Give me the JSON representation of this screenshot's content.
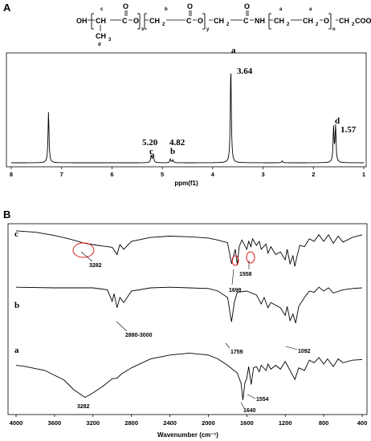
{
  "panels": {
    "a_label": "A",
    "b_label": "B"
  },
  "structure": {
    "oh": "OH",
    "ch1": "CH",
    "c1": "C",
    "o1": "O",
    "ch2_b": "CH",
    "two_b": "2",
    "c2": "C",
    "o2": "O",
    "ch2_c": "CH",
    "two_c": "2",
    "c3": "C",
    "nh": "NH",
    "ch2_a1": "CH",
    "two_a1": "2",
    "ch2_a2": "CH",
    "two_a2": "2",
    "o3": "O",
    "ch2cooh": "CH",
    "two_e": "2",
    "cooh": "COOH",
    "ch3": "CH",
    "three": "3",
    "o_top1": "O",
    "o_top2": "O",
    "o_top3": "O",
    "lab_c": "c",
    "lab_d": "d",
    "lab_b": "b",
    "lab_a1": "a",
    "lab_a2": "a",
    "sub_x": "x",
    "sub_y": "y",
    "sub_n": "n"
  },
  "chart_data": [
    {
      "type": "line",
      "title": "",
      "xlabel": "ppm(f1)",
      "ylabel": "",
      "xlim": [
        8,
        1
      ],
      "x_reversed": true,
      "x_ticks": [
        "8",
        "7",
        "6",
        "5",
        "4",
        "3",
        "2",
        "1"
      ],
      "series": [
        {
          "peaks": [
            {
              "x": 7.26,
              "height": 0.53
            },
            {
              "x": 5.22,
              "height": 0.08
            },
            {
              "x": 5.18,
              "height": 0.09
            },
            {
              "x": 4.84,
              "height": 0.04
            },
            {
              "x": 4.79,
              "height": 0.03
            },
            {
              "x": 3.64,
              "height": 1.0
            },
            {
              "x": 2.62,
              "height": 0.02
            },
            {
              "x": 1.6,
              "height": 0.36
            },
            {
              "x": 1.56,
              "height": 0.37
            }
          ]
        }
      ],
      "annotations": [
        {
          "label": "a",
          "value": "3.64"
        },
        {
          "label": "c",
          "value": "5.20"
        },
        {
          "label": "b",
          "value": "4.82"
        },
        {
          "label": "d",
          "value": "1.57"
        }
      ]
    },
    {
      "type": "line",
      "title": "",
      "xlabel": "Wavenumber (cm⁻¹)",
      "ylabel": "",
      "xlim": [
        4000,
        400
      ],
      "x_reversed": true,
      "x_ticks": [
        "4000",
        "3600",
        "3200",
        "2800",
        "2400",
        "2000",
        "1600",
        "1200",
        "800",
        "400"
      ],
      "series": [
        {
          "name": "c",
          "points": [
            [
              4000,
              0.06
            ],
            [
              3800,
              0.08
            ],
            [
              3600,
              0.13
            ],
            [
              3450,
              0.18
            ],
            [
              3282,
              0.25
            ],
            [
              3150,
              0.28
            ],
            [
              3000,
              0.31
            ],
            [
              2950,
              0.42
            ],
            [
              2920,
              0.27
            ],
            [
              2880,
              0.34
            ],
            [
              2800,
              0.22
            ],
            [
              2600,
              0.16
            ],
            [
              2400,
              0.14
            ],
            [
              2200,
              0.15
            ],
            [
              2000,
              0.17
            ],
            [
              1900,
              0.2
            ],
            [
              1800,
              0.24
            ],
            [
              1759,
              0.56
            ],
            [
              1720,
              0.34
            ],
            [
              1698,
              0.58
            ],
            [
              1680,
              0.3
            ],
            [
              1650,
              0.2
            ],
            [
              1600,
              0.34
            ],
            [
              1580,
              0.22
            ],
            [
              1558,
              0.3
            ],
            [
              1540,
              0.18
            ],
            [
              1500,
              0.28
            ],
            [
              1470,
              0.22
            ],
            [
              1450,
              0.34
            ],
            [
              1400,
              0.26
            ],
            [
              1380,
              0.4
            ],
            [
              1350,
              0.3
            ],
            [
              1300,
              0.42
            ],
            [
              1250,
              0.38
            ],
            [
              1200,
              0.5
            ],
            [
              1180,
              0.34
            ],
            [
              1150,
              0.56
            ],
            [
              1120,
              0.44
            ],
            [
              1100,
              0.6
            ],
            [
              1080,
              0.46
            ],
            [
              1050,
              0.28
            ],
            [
              1000,
              0.3
            ],
            [
              950,
              0.18
            ],
            [
              900,
              0.22
            ],
            [
              850,
              0.12
            ],
            [
              800,
              0.22
            ],
            [
              750,
              0.12
            ],
            [
              700,
              0.25
            ],
            [
              650,
              0.14
            ],
            [
              600,
              0.23
            ],
            [
              500,
              0.16
            ],
            [
              400,
              0.12
            ]
          ]
        },
        {
          "name": "b",
          "points": [
            [
              4000,
              0.04
            ],
            [
              3600,
              0.05
            ],
            [
              3200,
              0.05
            ],
            [
              3050,
              0.08
            ],
            [
              3000,
              0.26
            ],
            [
              2980,
              0.14
            ],
            [
              2950,
              0.36
            ],
            [
              2920,
              0.2
            ],
            [
              2880,
              0.28
            ],
            [
              2800,
              0.1
            ],
            [
              2600,
              0.05
            ],
            [
              2400,
              0.04
            ],
            [
              2200,
              0.05
            ],
            [
              2000,
              0.06
            ],
            [
              1900,
              0.1
            ],
            [
              1800,
              0.2
            ],
            [
              1759,
              0.58
            ],
            [
              1730,
              0.28
            ],
            [
              1700,
              0.12
            ],
            [
              1600,
              0.1
            ],
            [
              1500,
              0.16
            ],
            [
              1450,
              0.3
            ],
            [
              1420,
              0.2
            ],
            [
              1380,
              0.36
            ],
            [
              1350,
              0.28
            ],
            [
              1300,
              0.32
            ],
            [
              1250,
              0.36
            ],
            [
              1200,
              0.48
            ],
            [
              1180,
              0.34
            ],
            [
              1150,
              0.56
            ],
            [
              1120,
              0.46
            ],
            [
              1092,
              0.6
            ],
            [
              1060,
              0.34
            ],
            [
              1000,
              0.2
            ],
            [
              950,
              0.1
            ],
            [
              900,
              0.12
            ],
            [
              850,
              0.04
            ],
            [
              800,
              0.1
            ],
            [
              750,
              0.05
            ],
            [
              700,
              0.13
            ],
            [
              600,
              0.08
            ],
            [
              500,
              0.06
            ],
            [
              400,
              0.05
            ]
          ]
        },
        {
          "name": "a",
          "points": [
            [
              4000,
              0.22
            ],
            [
              3900,
              0.24
            ],
            [
              3700,
              0.3
            ],
            [
              3500,
              0.45
            ],
            [
              3400,
              0.6
            ],
            [
              3282,
              0.72
            ],
            [
              3200,
              0.65
            ],
            [
              3100,
              0.55
            ],
            [
              3000,
              0.43
            ],
            [
              2950,
              0.42
            ],
            [
              2900,
              0.35
            ],
            [
              2800,
              0.26
            ],
            [
              2600,
              0.12
            ],
            [
              2400,
              0.06
            ],
            [
              2200,
              0.03
            ],
            [
              2000,
              0.06
            ],
            [
              1900,
              0.12
            ],
            [
              1800,
              0.22
            ],
            [
              1700,
              0.34
            ],
            [
              1660,
              0.5
            ],
            [
              1640,
              0.76
            ],
            [
              1620,
              0.5
            ],
            [
              1600,
              0.42
            ],
            [
              1580,
              0.24
            ],
            [
              1554,
              0.52
            ],
            [
              1530,
              0.26
            ],
            [
              1500,
              0.24
            ],
            [
              1470,
              0.32
            ],
            [
              1450,
              0.22
            ],
            [
              1400,
              0.3
            ],
            [
              1380,
              0.2
            ],
            [
              1350,
              0.28
            ],
            [
              1300,
              0.22
            ],
            [
              1250,
              0.28
            ],
            [
              1200,
              0.16
            ],
            [
              1150,
              0.3
            ],
            [
              1100,
              0.44
            ],
            [
              1060,
              0.26
            ],
            [
              1000,
              0.3
            ],
            [
              950,
              0.14
            ],
            [
              900,
              0.18
            ],
            [
              850,
              0.1
            ],
            [
              800,
              0.2
            ],
            [
              760,
              0.12
            ],
            [
              700,
              0.24
            ],
            [
              650,
              0.12
            ],
            [
              600,
              0.18
            ],
            [
              500,
              0.14
            ],
            [
              400,
              0.13
            ]
          ]
        }
      ],
      "annotations": [
        "3282",
        "1698",
        "1558",
        "2880-3000",
        "1759",
        "1092",
        "3282",
        "1554",
        "1640"
      ]
    }
  ]
}
